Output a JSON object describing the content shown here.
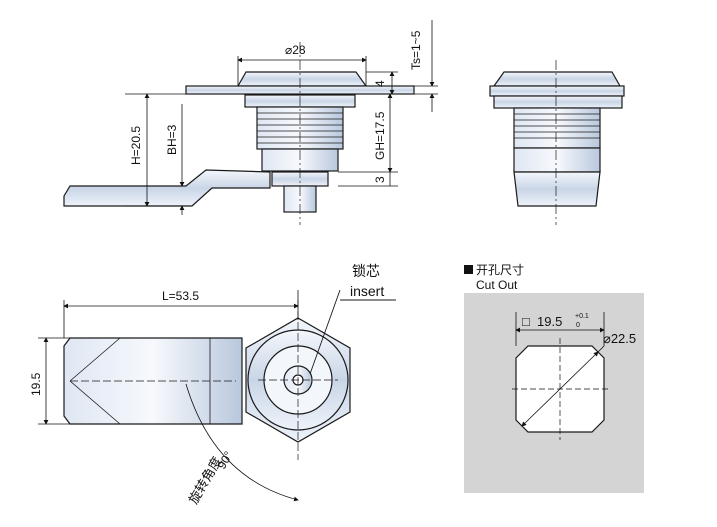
{
  "top_view": {
    "dim_diameter": "⌀28",
    "dim_ts": "Ts=1~5",
    "dim_4": "4",
    "dim_h": "H=20.5",
    "dim_bh": "BH=3",
    "dim_gh": "GH=17.5",
    "dim_3": "3"
  },
  "bottom_view": {
    "dim_length": "L=53.5",
    "dim_width": "19.5",
    "insert_label_cn": "锁芯",
    "insert_label_en": "insert",
    "rotation_angle": "90°",
    "rotation_label_cn": "旋转角度"
  },
  "cutout": {
    "title_cn": "开孔尺寸",
    "title_en": "Cut Out",
    "square_prefix": "□",
    "square_value": "19.5",
    "tol_upper": "+0.1",
    "tol_lower": "0",
    "diameter": "⌀22.5"
  },
  "colors": {
    "line": "#1a1a1a",
    "metal_light": "#e8eef8",
    "metal_mid": "#b7c6dc",
    "panel_gray": "#d4d4d4"
  }
}
